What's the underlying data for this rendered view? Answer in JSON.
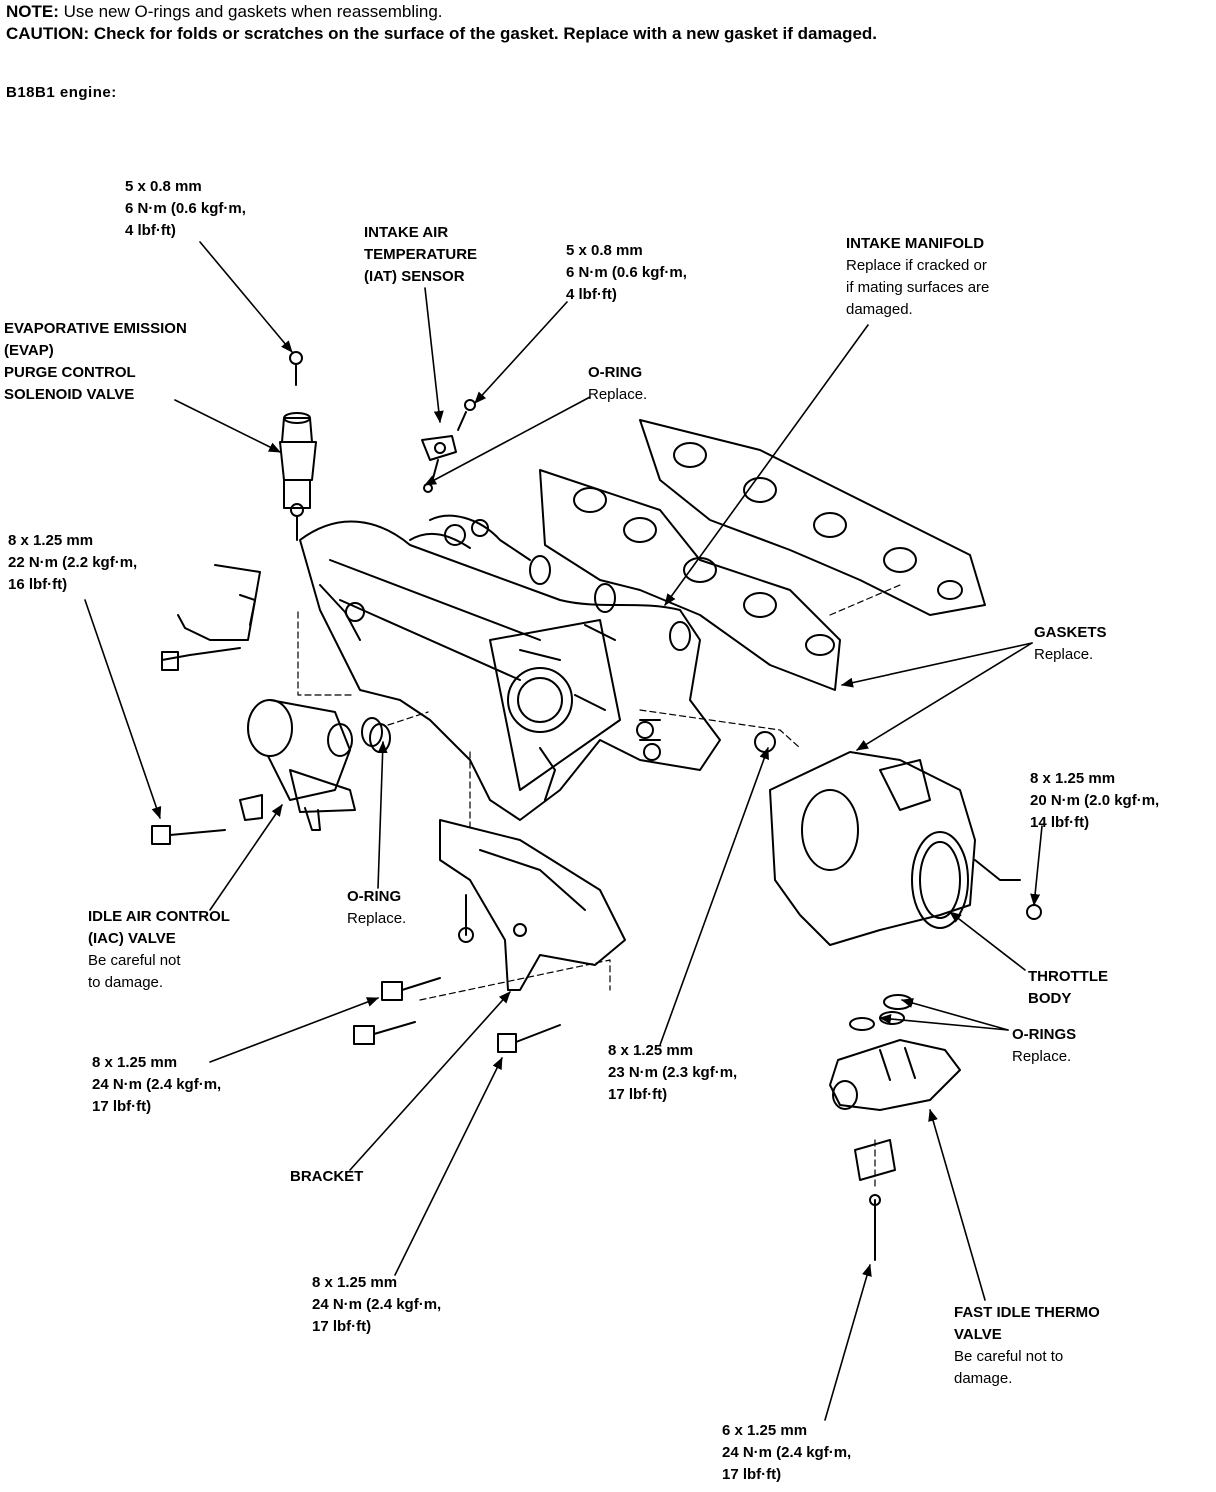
{
  "header": {
    "note_key": "NOTE:",
    "note_text": "Use new O-rings and gaskets when reassembling.",
    "caution_key": "CAUTION:",
    "caution_text": "Check for folds or scratches on the surface of the gasket. Replace with a new gasket if damaged.",
    "engine": "B18B1 engine:"
  },
  "labels": {
    "bolt_top": [
      "5 x 0.8 mm",
      "6 N·m (0.6 kgf·m,",
      "4 lbf·ft)"
    ],
    "evap_valve": [
      "EVAPORATIVE EMISSION",
      "(EVAP)",
      "PURGE CONTROL",
      "SOLENOID VALVE"
    ],
    "iat_sensor": [
      "INTAKE AIR",
      "TEMPERATURE",
      "(IAT) SENSOR"
    ],
    "bolt_iat": [
      "5 x 0.8 mm",
      "6 N·m (0.6 kgf·m,",
      "4 lbf·ft)"
    ],
    "intake_manifold_title": "INTAKE MANIFOLD",
    "intake_manifold_note": [
      "Replace if cracked or",
      "if mating surfaces are",
      "damaged."
    ],
    "oring_top_title": "O-RING",
    "oring_top_note": "Replace.",
    "bolt_bracket_left": [
      "8 x 1.25 mm",
      "22 N·m (2.2 kgf·m,",
      "16 lbf·ft)"
    ],
    "gaskets_title": "GASKETS",
    "gaskets_note": "Replace.",
    "bolt_throttle": [
      "8 x 1.25 mm",
      "20 N·m (2.0 kgf·m,",
      "14 lbf·ft)"
    ],
    "oring_mid_title": "O-RING",
    "oring_mid_note": "Replace.",
    "iac_title": [
      "IDLE AIR CONTROL",
      "(IAC) VALVE"
    ],
    "iac_note": [
      "Be careful not",
      "to damage."
    ],
    "throttle_body": [
      "THROTTLE",
      "BODY"
    ],
    "orings_title": "O-RINGS",
    "orings_note": "Replace.",
    "bolt_lower_left": [
      "8 x 1.25 mm",
      "24 N·m (2.4 kgf·m,",
      "17 lbf·ft)"
    ],
    "bolt_center": [
      "8 x 1.25 mm",
      "23 N·m (2.3 kgf·m,",
      "17 lbf·ft)"
    ],
    "bracket": "BRACKET",
    "bolt_bracket_bottom": [
      "8 x 1.25 mm",
      "24 N·m (2.4 kgf·m,",
      "17 lbf·ft)"
    ],
    "fast_idle_title": [
      "FAST IDLE THERMO",
      "VALVE"
    ],
    "fast_idle_note": [
      "Be careful not to",
      "damage."
    ],
    "bolt_bottom": [
      "6 x 1.25 mm",
      "24 N·m (2.4 kgf·m,",
      "17 lbf·ft)"
    ]
  }
}
